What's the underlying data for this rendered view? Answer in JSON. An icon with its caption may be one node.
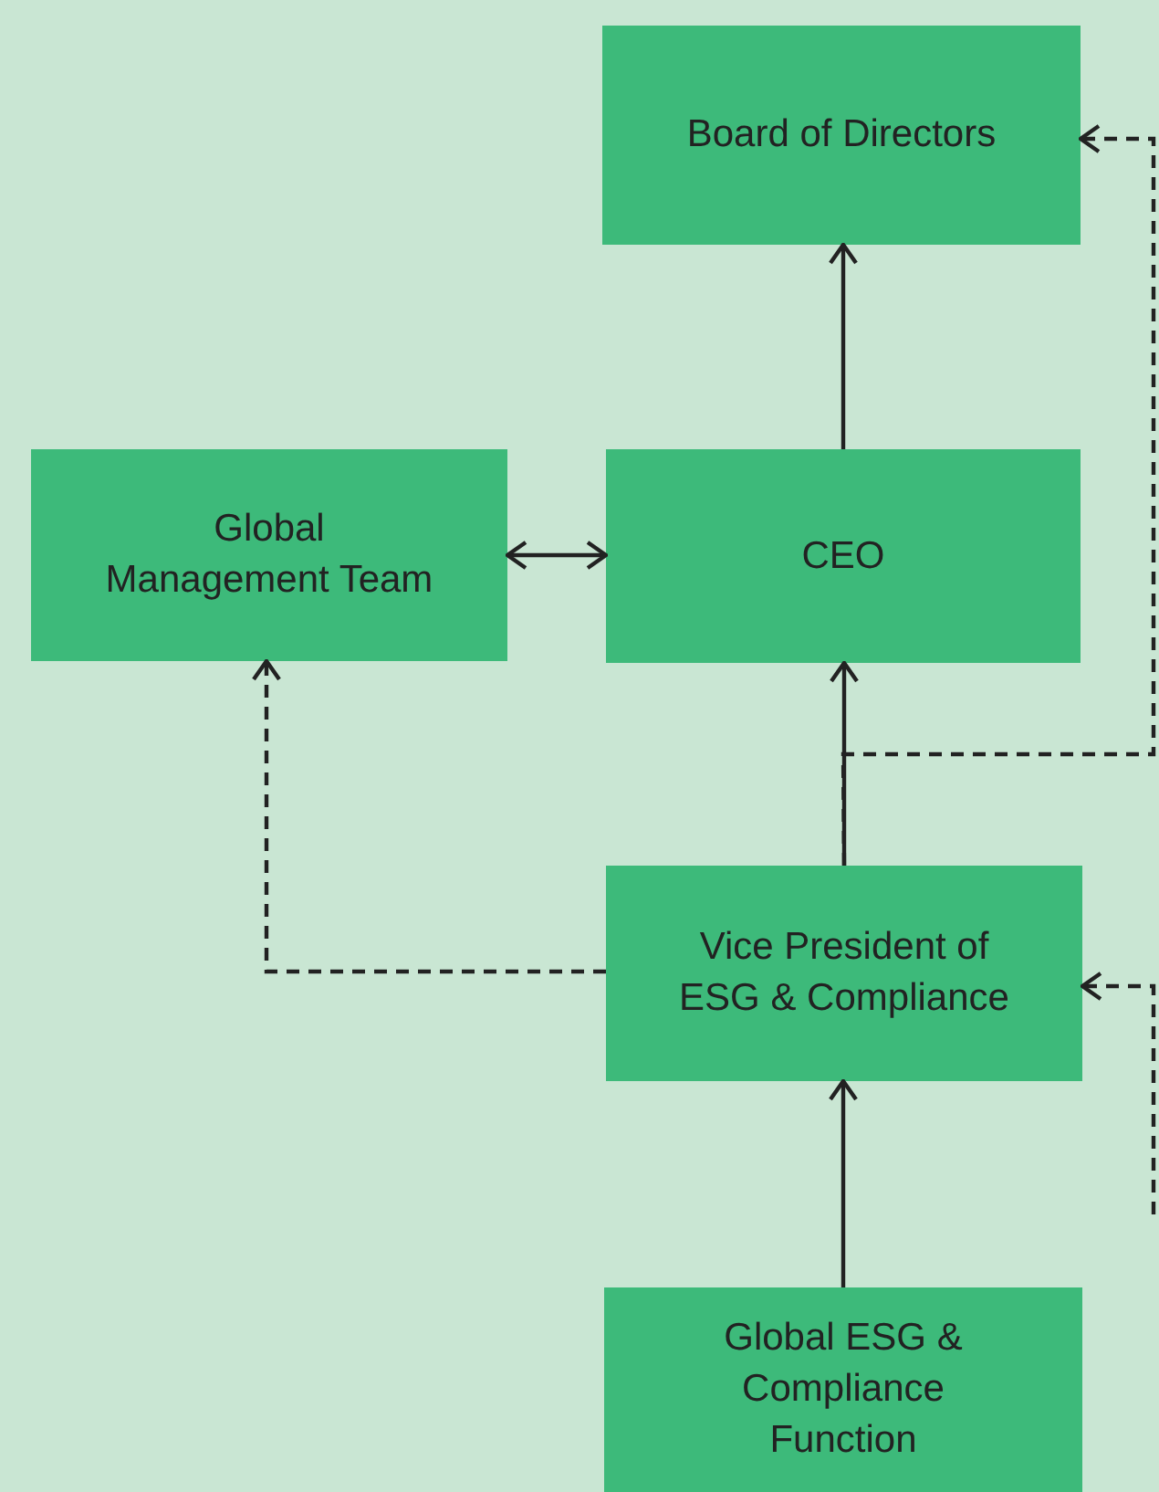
{
  "diagram": {
    "nodes": [
      {
        "text": [
          "Board of Directors"
        ]
      },
      {
        "text": [
          "Global Management Team"
        ]
      },
      {
        "text": [
          "CEO"
        ]
      },
      {
        "text": [
          "Vice President of ESG & Compliance"
        ]
      },
      {
        "text": [
          "Global ESG & Compliance Function"
        ]
      }
    ],
    "edges": [
      {
        "from": 2,
        "to": 0,
        "arrow": "to"
      },
      {
        "from": 1,
        "to": 2,
        "arrow": "both"
      },
      {
        "from": 3,
        "to": 2,
        "arrow": "to"
      },
      {
        "from": 3,
        "to": 1,
        "arrow": "to",
        "style": "dashed"
      },
      {
        "from": 3,
        "to": 0,
        "arrow": "to",
        "style": "dashed"
      },
      {
        "from": null,
        "to": 3,
        "arrow": "to",
        "style": "dashed"
      },
      {
        "from": 4,
        "to": 3,
        "arrow": "to"
      }
    ]
  }
}
